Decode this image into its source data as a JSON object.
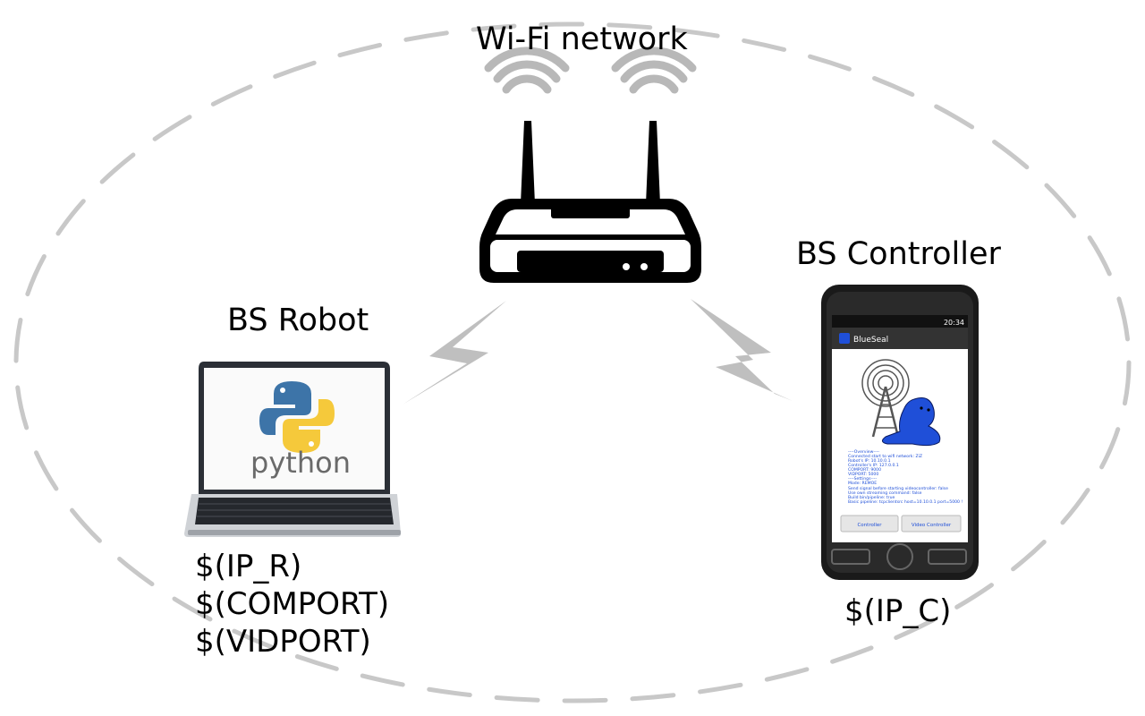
{
  "network": {
    "title": "Wi-Fi network"
  },
  "robot": {
    "title": "BS Robot",
    "screen_logo_text": "python",
    "variables": [
      "$(IP_R)",
      "$(COMPORT)",
      "$(VIDPORT)"
    ]
  },
  "controller": {
    "title": "BS Controller",
    "variables": [
      "$(IP_C)"
    ],
    "phone": {
      "status_time": "20:34",
      "app_name": "BlueSeal",
      "info_lines": [
        "----Overview----",
        "Connected start to wifi network:   ZiZ",
        "Robot's IP:   10.10.0.1",
        "Controller's IP:   127.0.0.1",
        "COMPORT:   9000",
        "VIDPORT:   5000",
        "----Settings----",
        "Mode:   REMOE",
        "Send signal before starting videocontroller:   false",
        "Use own streaming command:   false",
        "Build bin/pipeline:   true",
        "Basic pipeline: tcpclientsrc host=10.10.0.1 port=5000 !"
      ],
      "buttons": [
        "Controller",
        "Video Controller"
      ]
    }
  },
  "colors": {
    "ellipse": "#c8c8c8",
    "signal": "#bfbfbf",
    "router": "#000000",
    "seal": "#1f4fd8"
  }
}
